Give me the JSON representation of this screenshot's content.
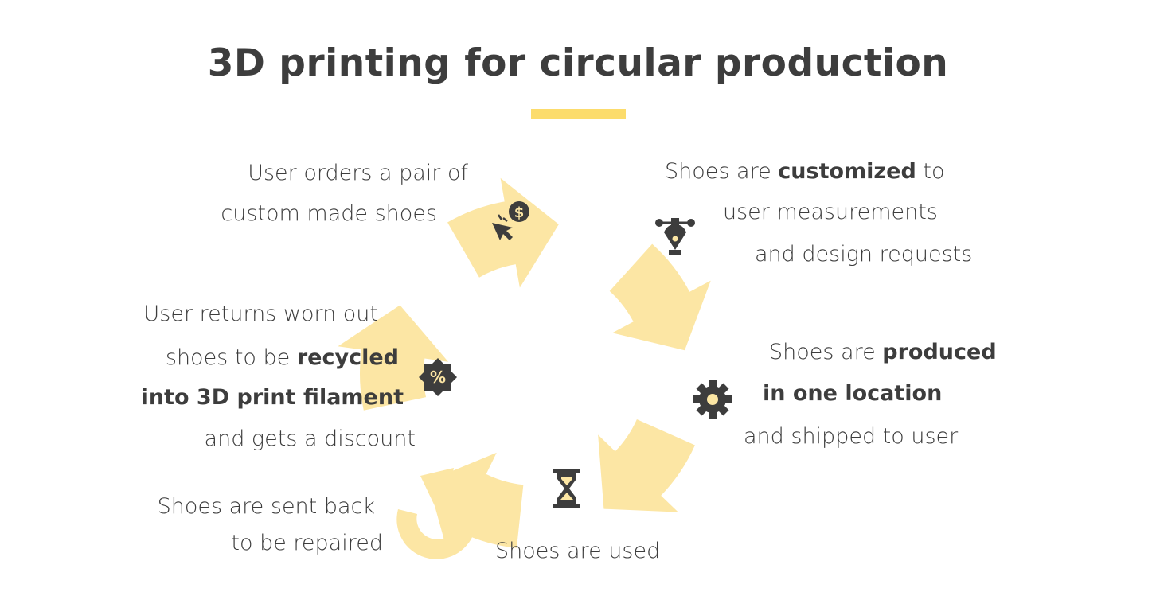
{
  "title": "3D printing for circular production",
  "colors": {
    "arrow": "#fce6a4",
    "accent": "#fcdc6c",
    "text": "#3d3d3d",
    "icon": "#3d3d3d"
  },
  "steps": [
    {
      "id": "order",
      "icon": "cursor-dollar-icon",
      "lines": [
        {
          "text": "User orders a pair of"
        },
        {
          "text": "custom made shoes"
        }
      ]
    },
    {
      "id": "customize",
      "icon": "pen-tool-icon",
      "lines": [
        {
          "pre": "Shoes are ",
          "bold": "customized",
          "post": " to"
        },
        {
          "text": "user measurements"
        },
        {
          "text": "and design requests"
        }
      ]
    },
    {
      "id": "produce",
      "icon": "gear-icon",
      "lines": [
        {
          "pre": "Shoes are ",
          "bold": "produced"
        },
        {
          "bold": "in one location"
        },
        {
          "text": "and shipped to user"
        }
      ]
    },
    {
      "id": "use",
      "icon": "hourglass-icon",
      "lines": [
        {
          "text": "Shoes are used"
        }
      ]
    },
    {
      "id": "recycle",
      "icon": "discount-badge-icon",
      "lines": [
        {
          "text": "User returns worn out"
        },
        {
          "pre": "shoes to be ",
          "bold": "recycled"
        },
        {
          "bold": "into 3D print filament"
        },
        {
          "text": "and gets a discount"
        }
      ]
    },
    {
      "id": "repair",
      "icon": "circular-arrow-icon",
      "lines": [
        {
          "text": "Shoes are sent back"
        },
        {
          "text": "to be repaired"
        }
      ]
    }
  ]
}
